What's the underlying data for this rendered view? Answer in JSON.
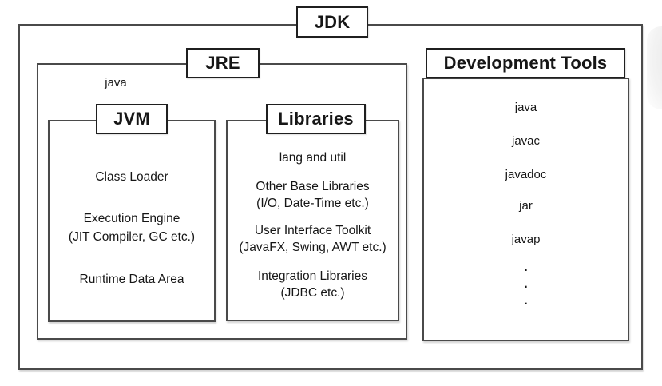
{
  "palette": {
    "background": "#ffffff",
    "label_border": "#1f1f1f",
    "container_border": "#4a4a4a",
    "text": "#161616"
  },
  "diagram": {
    "jdk_label": "JDK",
    "jre": {
      "label": "JRE",
      "java_note": "java",
      "jvm": {
        "label": "JVM",
        "class_loader": "Class Loader",
        "execution_engine_line1": "Execution Engine",
        "execution_engine_line2": "(JIT Compiler, GC etc.)",
        "runtime_data_area": "Runtime Data Area"
      },
      "libraries": {
        "label": "Libraries",
        "groups": [
          {
            "line1": "lang and util",
            "line2": ""
          },
          {
            "line1": "Other Base Libraries",
            "line2": "(I/O, Date-Time etc.)"
          },
          {
            "line1": "User Interface Toolkit",
            "line2": "(JavaFX, Swing, AWT etc.)"
          },
          {
            "line1": "Integration Libraries",
            "line2": "(JDBC etc.)"
          }
        ]
      }
    },
    "development_tools": {
      "label": "Development Tools",
      "items": [
        "java",
        "javac",
        "javadoc",
        "jar",
        "javap"
      ],
      "ellipsis_dots": [
        ".",
        ".",
        "."
      ]
    }
  }
}
